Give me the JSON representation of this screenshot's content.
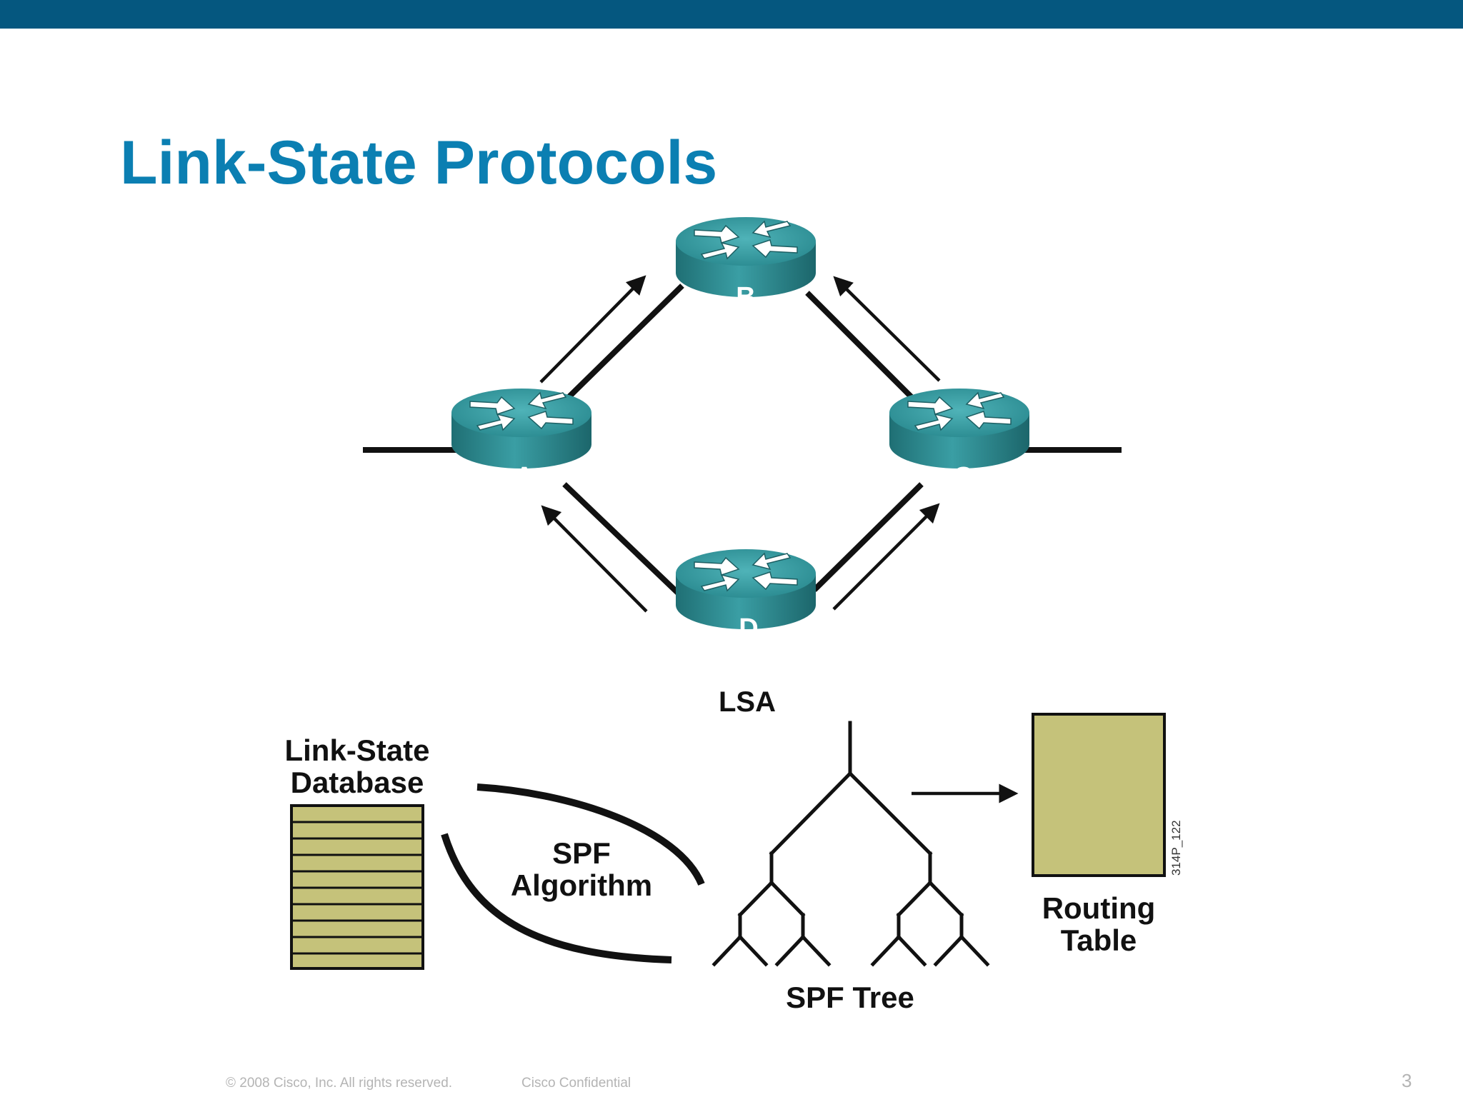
{
  "title": "Link-State Protocols",
  "routers": [
    {
      "id": "A",
      "label": "A"
    },
    {
      "id": "B",
      "label": "B"
    },
    {
      "id": "C",
      "label": "C"
    },
    {
      "id": "D",
      "label": "D"
    }
  ],
  "labels": {
    "lsa": "LSA",
    "db_line1": "Link-State",
    "db_line2": "Database",
    "spf_line1": "SPF",
    "spf_line2": "Algorithm",
    "spf_tree": "SPF Tree",
    "rt_line1": "Routing",
    "rt_line2": "Table",
    "figure_code": "314P_122"
  },
  "footer": {
    "copyright": "© 2008 Cisco, Inc. All rights reserved.",
    "confidential": "Cisco Confidential",
    "page_number": "3"
  },
  "colors": {
    "top_bar": "#05577f",
    "title": "#0b7fb2",
    "router_teal": "#2f8f95",
    "database_fill": "#c5c27a",
    "footer_text": "#b4b4b4"
  }
}
